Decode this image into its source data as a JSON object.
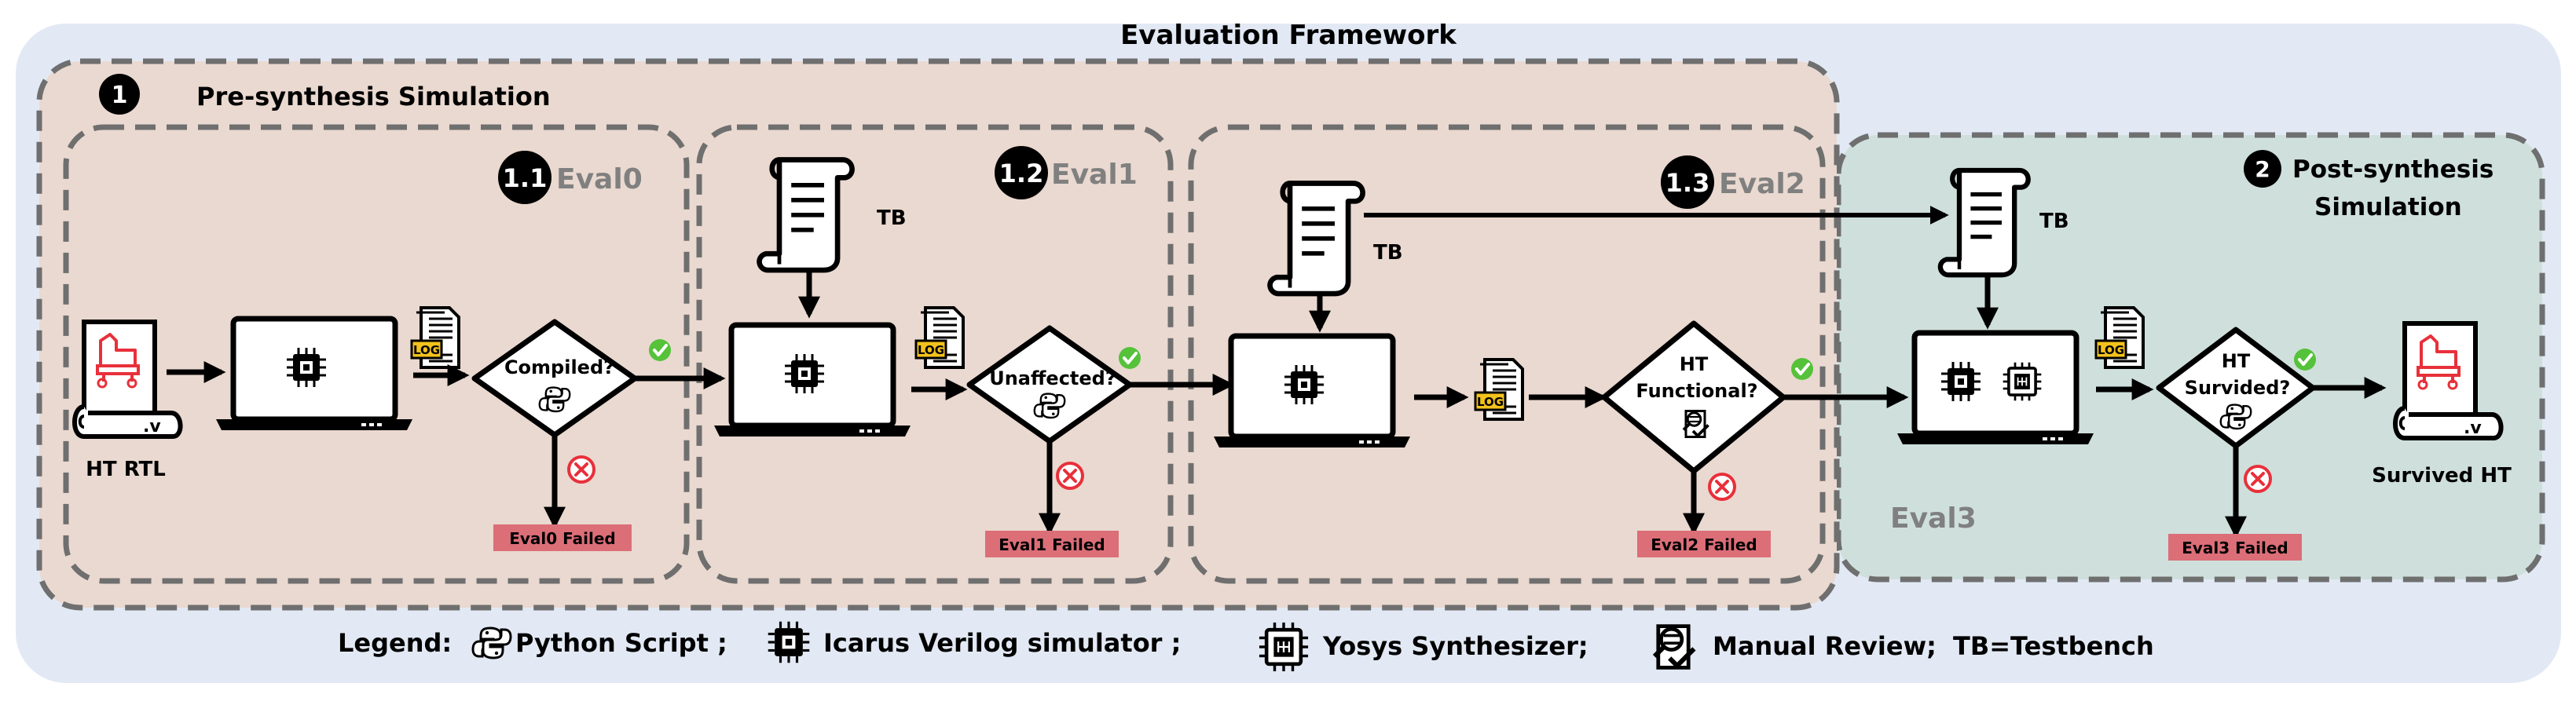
{
  "title": "Evaluation Framework",
  "pre_synthesis": {
    "number": "1",
    "label": "Pre-synthesis Simulation"
  },
  "post_synthesis": {
    "number": "2",
    "line1": "Post-synthesis",
    "line2": "Simulation"
  },
  "stages": [
    {
      "badge": "1.1",
      "name": "Eval0",
      "decision": "Compiled?",
      "fail": "Eval0 Failed"
    },
    {
      "badge": "1.2",
      "name": "Eval1",
      "decision": "Unaffected?",
      "fail": "Eval1 Failed"
    },
    {
      "badge": "1.3",
      "name": "Eval2",
      "decision_line1": "HT",
      "decision_line2": "Functional?",
      "fail": "Eval2 Failed"
    },
    {
      "name": "Eval3",
      "decision_line1": "HT",
      "decision_line2": "Survided?",
      "fail": "Eval3 Failed"
    }
  ],
  "input_label": "HT RTL",
  "output_label": "Survived HT",
  "file_ext": ".v",
  "tb_label": "TB",
  "log_label": "LOG",
  "legend": {
    "prefix": "Legend:",
    "python": "Python Script ;",
    "icarus": "Icarus Verilog simulator ;",
    "yosys": "Yosys Synthesizer;",
    "review": "Manual Review;",
    "tb": "TB=Testbench"
  },
  "colors": {
    "outer_bg": "#e2e9f4",
    "pre_bg": "#ead9d0",
    "post_bg": "#cfe0dc",
    "dash": "#6f6f6f",
    "fail_bg": "#dc6e78",
    "check": "#55c23a",
    "cross": "#e8303a",
    "trojan": "#e8303a",
    "log_tag": "#f3c21c"
  }
}
